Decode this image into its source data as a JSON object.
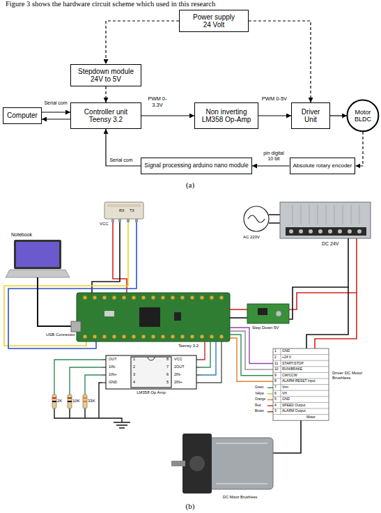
{
  "diagram": {
    "nodes": [
      {
        "text": [
          "Power supply 24 Volt"
        ]
      },
      {
        "text": [
          "Stepdown module 24V to 5V"
        ]
      },
      {
        "text": [
          "Computer"
        ]
      },
      {
        "text": [
          "Controller unit Teensy 3.2"
        ]
      },
      {
        "text": [
          "Non inverting LM358 Op-Amp"
        ]
      },
      {
        "text": [
          "Driver Unit"
        ]
      },
      {
        "text": [
          "Motor BLDC"
        ]
      },
      {
        "text": [
          "Signal processing arduino nano module"
        ]
      },
      {
        "text": [
          "Absolute rotary encoder"
        ]
      }
    ],
    "edges": [
      {
        "from": 0,
        "to": 1,
        "arrow": "to"
      },
      {
        "from": 0,
        "to": 5,
        "arrow": "to"
      },
      {
        "from": 1,
        "to": 3,
        "arrow": "to"
      },
      {
        "from": 2,
        "to": 3,
        "arrow": "to",
        "label": "Serial com"
      },
      {
        "from": 3,
        "to": 2,
        "arrow": "to"
      },
      {
        "from": 3,
        "to": 4,
        "arrow": "to",
        "label": "PWM 0-3.3V"
      },
      {
        "from": 4,
        "to": 5,
        "arrow": "to",
        "label": "PWM 0-5V"
      },
      {
        "from": 5,
        "to": 6,
        "arrow": "to"
      },
      {
        "from": 6,
        "to": 8,
        "arrow": "to"
      },
      {
        "from": 8,
        "to": 7,
        "arrow": "to",
        "label": "pin digital 10 bit"
      },
      {
        "from": 7,
        "to": 3,
        "arrow": "to",
        "label": "Serial com"
      }
    ],
    "labels": [
      "Figure 3 shows the hardware circuit scheme which used in this research",
      "(a)",
      "Notebook",
      "VCC",
      "RX",
      "TX",
      "AC 220V",
      "DC 24V",
      "USB Connector",
      "Teensy 3.2",
      "Step Down 5V",
      "OUT",
      "1IN-",
      "1IN+",
      "GND",
      "1",
      "2",
      "3",
      "4",
      "LM358 Op Amp",
      "8",
      "7",
      "6",
      "5",
      "VCC",
      "2OUT",
      "2IN-",
      "2IN+",
      "2K",
      "10K",
      "33K",
      "1",
      "GND",
      "2",
      "+24 V",
      "11",
      "START/STOP",
      "10",
      "RUN/BRAKE",
      "9",
      "CW/CCW",
      "8",
      "ALARM-RESET input",
      "7",
      "Vrm",
      "6",
      "VH",
      "5",
      "GND",
      "4",
      "SPEED Output",
      "3",
      "ALARM Output",
      "Motor",
      "Green",
      "Yellow",
      "Orange",
      "Red",
      "Brown",
      "Driver DC Motor Brushless",
      "DC Motor Brushless",
      "(b)"
    ]
  }
}
